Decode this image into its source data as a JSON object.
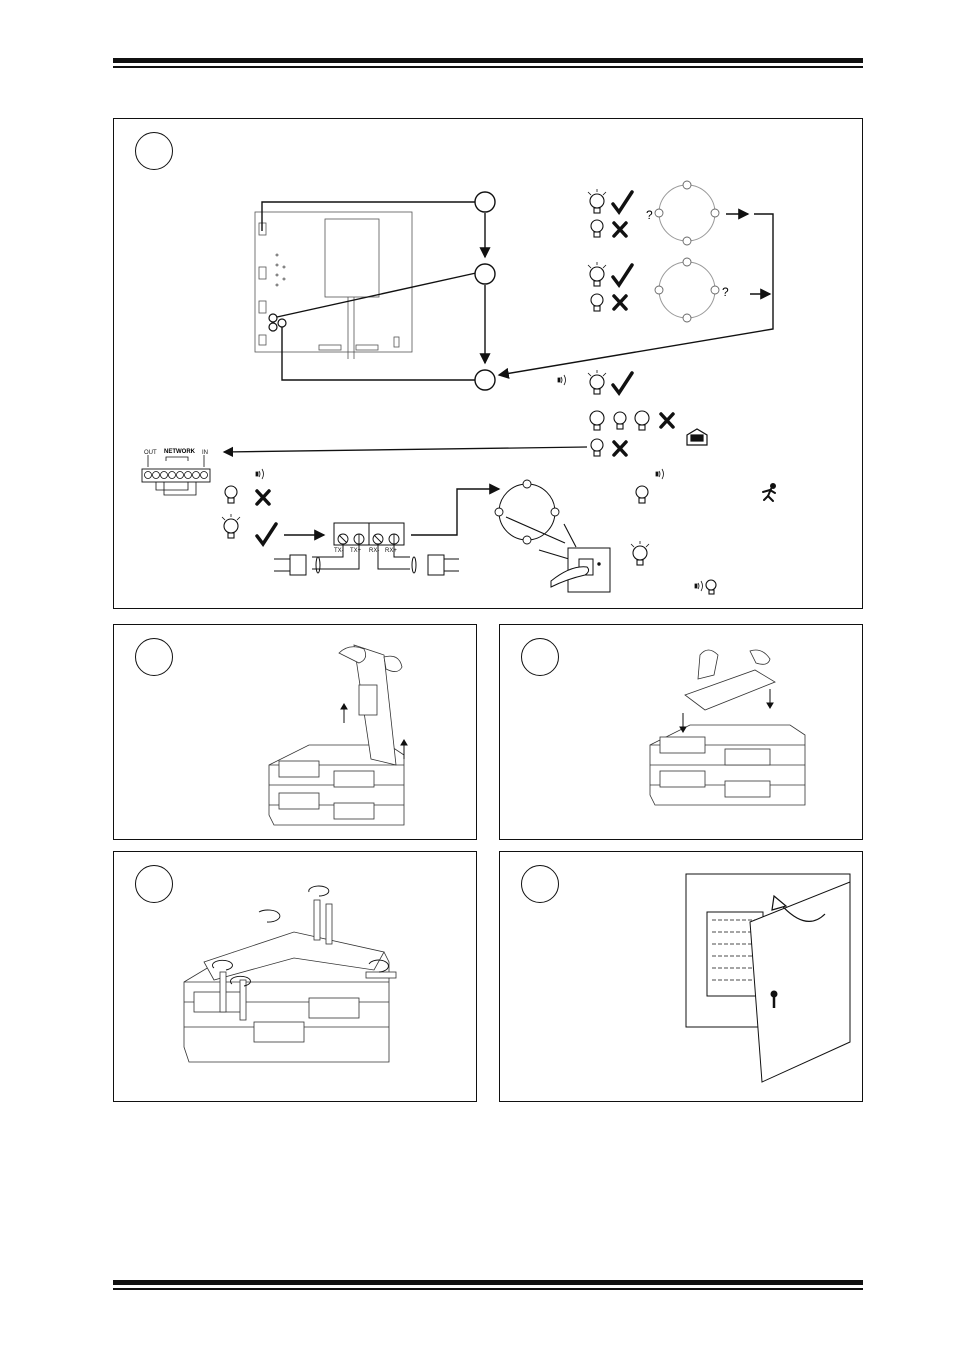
{
  "diagram": {
    "network_label": "NETWORK",
    "terminal_out": "OUT",
    "terminal_in": "IN",
    "tx_minus": "TX-",
    "tx_plus": "TX+",
    "rx_minus": "RX-",
    "rx_plus": "RX+",
    "question_mark": "?"
  }
}
